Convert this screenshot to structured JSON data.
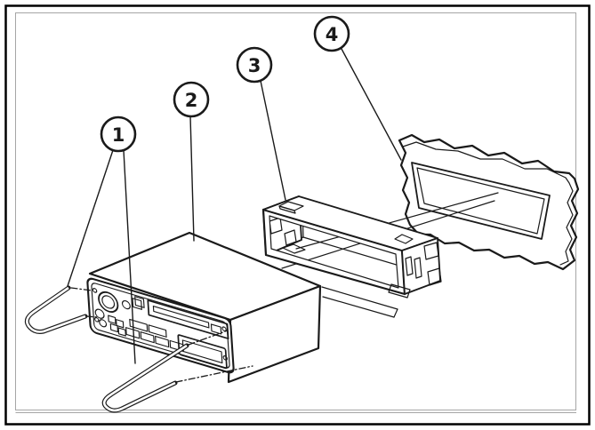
{
  "figure": {
    "callouts": [
      {
        "label": "1"
      },
      {
        "label": "2"
      },
      {
        "label": "3"
      },
      {
        "label": "4"
      }
    ],
    "colors": {
      "line": "#1a1a1a",
      "background": "#ffffff",
      "outer_frame": "#000000",
      "inner_frame": "#a6a6a6"
    }
  }
}
